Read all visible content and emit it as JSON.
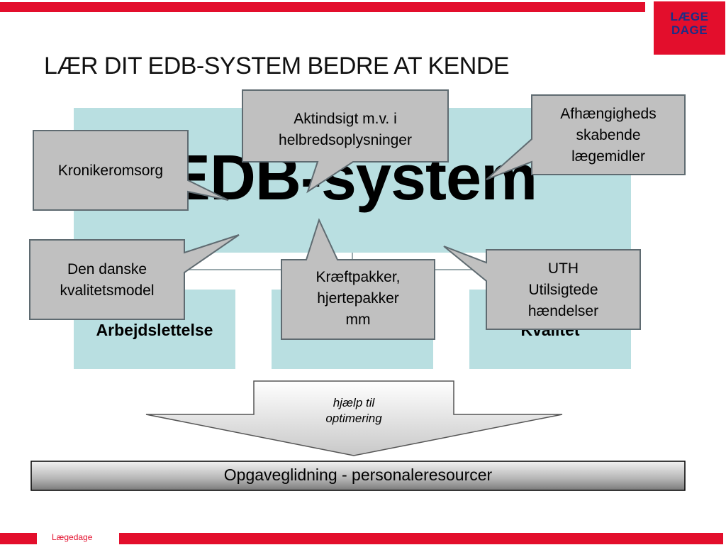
{
  "header": {
    "title": "LÆR DIT EDB-SYSTEM BEDRE AT KENDE",
    "logo_line1": "LÆGE",
    "logo_line2": "DAGE"
  },
  "diagram": {
    "center_label": "EDB-system",
    "lower_boxes": [
      {
        "label": "Arbejdslettelse"
      },
      {
        "label": ""
      },
      {
        "label": "Kvalitet"
      }
    ],
    "callouts": {
      "kronikeromsorg": "Kronikeromsorg",
      "aktindsigt_line1": "Aktindsigt m.v. i",
      "aktindsigt_line2": "helbredsoplysninger",
      "afhaengighed_line1": "Afhængigheds",
      "afhaengighed_line2": "skabende",
      "afhaengighed_line3": "lægemidler",
      "kvalitetsmodel_line1": "Den danske",
      "kvalitetsmodel_line2": "kvalitetsmodel",
      "kraeftpakker_line1": "Kræftpakker,",
      "kraeftpakker_line2": "hjertepakker",
      "kraeftpakker_line3": "mm",
      "uth_line1": "UTH",
      "uth_line2": "Utilsigtede",
      "uth_line3": "hændelser"
    },
    "arrow_line1": "hjælp til",
    "arrow_line2": "optimering",
    "banner": "Opgaveglidning - personaleresourcer"
  },
  "footer": {
    "label": "Lægedage"
  },
  "colors": {
    "accent_red": "#e30e2c",
    "logo_text": "#1b2e87",
    "light_teal": "#b9dfe1",
    "callout_fill": "#c0c0c0",
    "callout_border": "#5f6b71"
  }
}
